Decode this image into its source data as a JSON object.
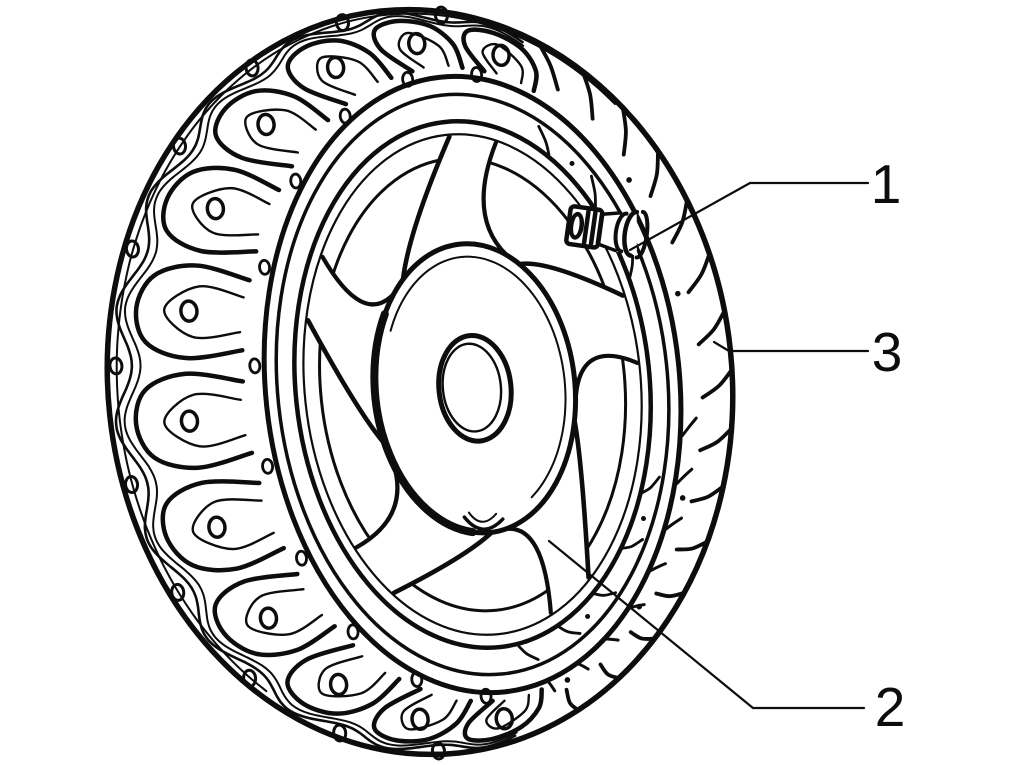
{
  "figure": {
    "kind": "line-art parts illustration",
    "subject": "scooter wheel with tire"
  },
  "callouts": [
    {
      "number": "1",
      "part": "valve-stem"
    },
    {
      "number": "2",
      "part": "wheel-rim"
    },
    {
      "number": "3",
      "part": "tire"
    }
  ],
  "colors": {
    "ink": "#0d0d0d",
    "background": "#ffffff"
  }
}
